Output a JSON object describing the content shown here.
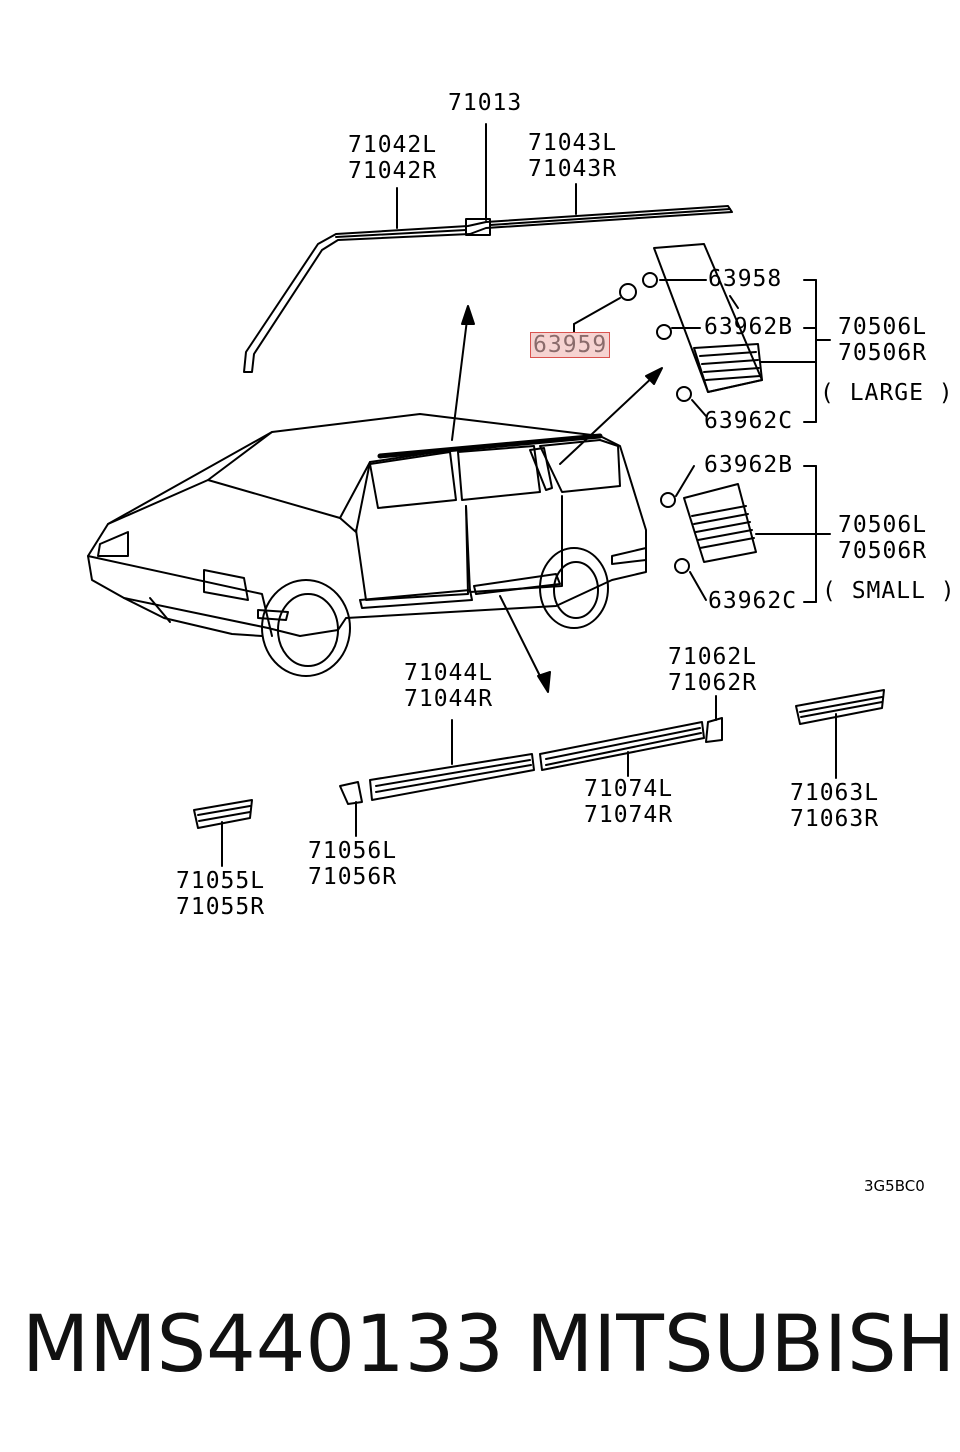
{
  "callouts": {
    "c71013": "71013",
    "c71042": [
      "71042L",
      "71042R"
    ],
    "c71043": [
      "71043L",
      "71043R"
    ],
    "c63958": "63958",
    "c63959": "63959",
    "c63962b_top": "63962B",
    "c70506_large": [
      "70506L",
      "70506R"
    ],
    "large": "( LARGE )",
    "c63962c_top": "63962C",
    "c63962b_bot": "63962B",
    "c70506_small": [
      "70506L",
      "70506R"
    ],
    "small": "( SMALL )",
    "c63962c_bot": "63962C",
    "c71044": [
      "71044L",
      "71044R"
    ],
    "c71062": [
      "71062L",
      "71062R"
    ],
    "c71074": [
      "71074L",
      "71074R"
    ],
    "c71063": [
      "71063L",
      "71063R"
    ],
    "c71056": [
      "71056L",
      "71056R"
    ],
    "c71055": [
      "71055L",
      "71055R"
    ]
  },
  "diagram_code": "3G5BC0",
  "footer": {
    "part_number": "MMS440133",
    "brand": "MITSUBISHI"
  },
  "highlight_color": "#d9534f"
}
